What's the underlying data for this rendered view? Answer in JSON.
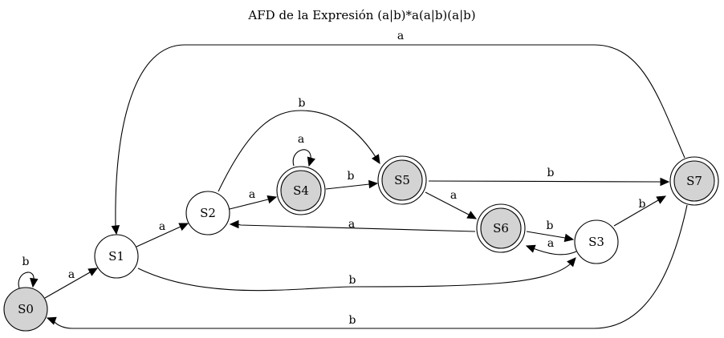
{
  "title": "AFD de la Expresión (a|b)*a(a|b)(a|b)",
  "colors": {
    "accepting_fill": "#d3d3d3",
    "initial_fill": "#d3d3d3",
    "normal_fill": "#ffffff",
    "stroke": "#000000"
  },
  "states": [
    {
      "id": "S0",
      "label": "S0",
      "initial": true,
      "accepting": false
    },
    {
      "id": "S1",
      "label": "S1",
      "initial": false,
      "accepting": false
    },
    {
      "id": "S2",
      "label": "S2",
      "initial": false,
      "accepting": false
    },
    {
      "id": "S3",
      "label": "S3",
      "initial": false,
      "accepting": false
    },
    {
      "id": "S4",
      "label": "S4",
      "initial": false,
      "accepting": true
    },
    {
      "id": "S5",
      "label": "S5",
      "initial": false,
      "accepting": true
    },
    {
      "id": "S6",
      "label": "S6",
      "initial": false,
      "accepting": true
    },
    {
      "id": "S7",
      "label": "S7",
      "initial": false,
      "accepting": true
    }
  ],
  "transitions": [
    {
      "from": "S0",
      "to": "S0",
      "symbol": "b"
    },
    {
      "from": "S0",
      "to": "S1",
      "symbol": "a"
    },
    {
      "from": "S1",
      "to": "S2",
      "symbol": "a"
    },
    {
      "from": "S1",
      "to": "S3",
      "symbol": "b"
    },
    {
      "from": "S2",
      "to": "S4",
      "symbol": "a"
    },
    {
      "from": "S2",
      "to": "S5",
      "symbol": "b"
    },
    {
      "from": "S4",
      "to": "S4",
      "symbol": "a"
    },
    {
      "from": "S4",
      "to": "S5",
      "symbol": "b"
    },
    {
      "from": "S5",
      "to": "S6",
      "symbol": "a"
    },
    {
      "from": "S5",
      "to": "S7",
      "symbol": "b"
    },
    {
      "from": "S6",
      "to": "S2",
      "symbol": "a"
    },
    {
      "from": "S6",
      "to": "S3",
      "symbol": "b"
    },
    {
      "from": "S3",
      "to": "S6",
      "symbol": "a"
    },
    {
      "from": "S3",
      "to": "S7",
      "symbol": "b"
    },
    {
      "from": "S7",
      "to": "S1",
      "symbol": "a"
    },
    {
      "from": "S7",
      "to": "S0",
      "symbol": "b"
    }
  ]
}
